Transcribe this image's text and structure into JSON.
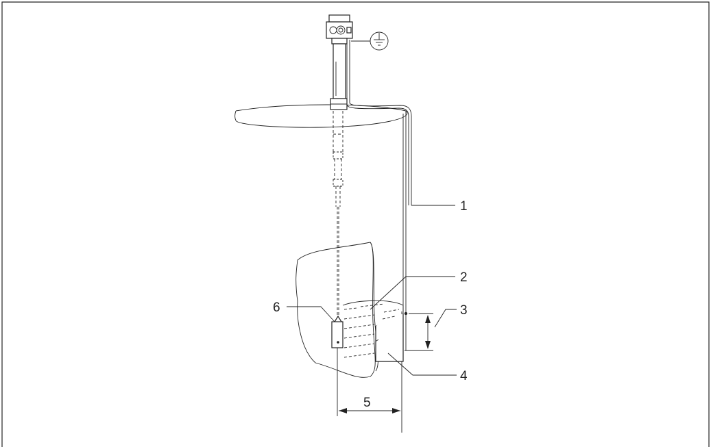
{
  "callouts": {
    "c1": "1",
    "c2": "2",
    "c3": "3",
    "c4": "4",
    "c5": "5",
    "c6": "6"
  },
  "colors": {
    "stroke": "#222222",
    "background": "#ffffff"
  },
  "icons": [
    "ground-symbol-icon"
  ]
}
